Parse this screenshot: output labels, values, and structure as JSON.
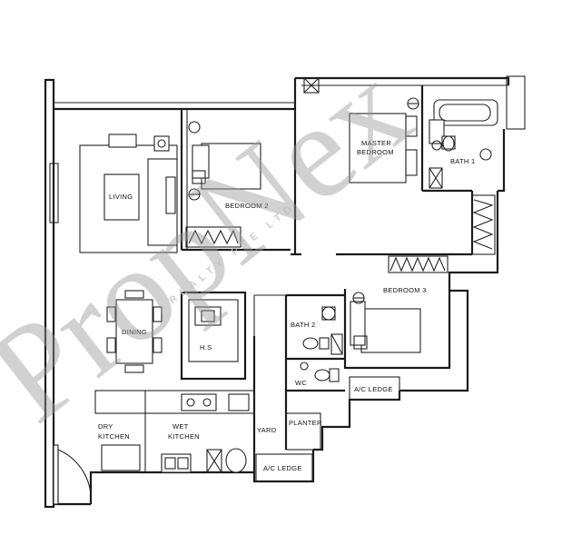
{
  "rooms": {
    "living": "LIVING",
    "bedroom2": "BEDROOM 2",
    "master_bedroom_line1": "MASTER",
    "master_bedroom_line2": "BEDROOM",
    "bath1": "BATH 1",
    "bedroom3": "BEDROOM 3",
    "dining": "DINING",
    "hs": "H.S",
    "bath2": "BATH 2",
    "wc": "WC",
    "ac_ledge_right": "A/C LEDGE",
    "dry_kitchen_line1": "DRY",
    "dry_kitchen_line2": "KITCHEN",
    "wet_kitchen_line1": "WET",
    "wet_kitchen_line2": "KITCHEN",
    "yard": "YARD",
    "planter": "PLANTER",
    "ac_ledge_bottom": "A/C LEDGE"
  },
  "watermark": {
    "main": "PropNex",
    "sub": "REALTY PTE LTD"
  }
}
